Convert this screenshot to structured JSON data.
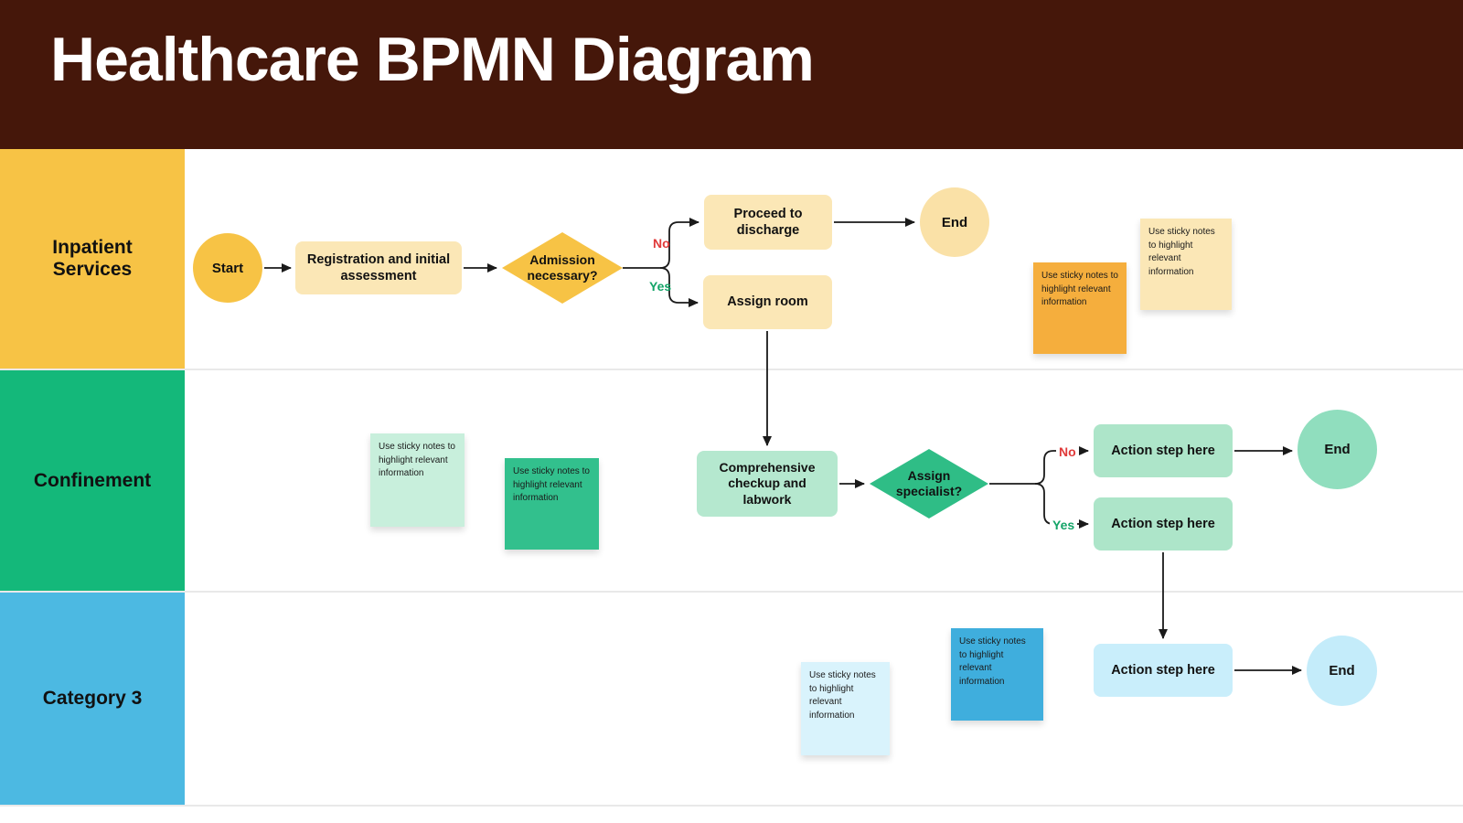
{
  "header": {
    "title": "Healthcare BPMN Diagram"
  },
  "lanes": [
    {
      "label": "Inpatient Services"
    },
    {
      "label": "Confinement"
    },
    {
      "label": "Category 3"
    }
  ],
  "nodes": {
    "start": "Start",
    "registration": "Registration and initial assessment",
    "admission": "Admission necessary?",
    "discharge": "Proceed to discharge",
    "end1": "End",
    "assign_room": "Assign room",
    "checkup": "Comprehensive checkup and labwork",
    "specialist": "Assign specialist?",
    "action_no": "Action step here",
    "action_yes": "Action step here",
    "end2": "End",
    "action3": "Action step here",
    "end3": "End"
  },
  "edge_labels": {
    "no": "No",
    "yes": "Yes"
  },
  "sticky": {
    "text": "Use sticky notes to highlight relevant information"
  },
  "colors": {
    "header_bg": "#45170A",
    "lane1": "#F7C345",
    "lane2": "#14B87A",
    "lane3": "#4CB9E2",
    "no_label": "#E03A3A",
    "yes_label": "#14A468"
  }
}
